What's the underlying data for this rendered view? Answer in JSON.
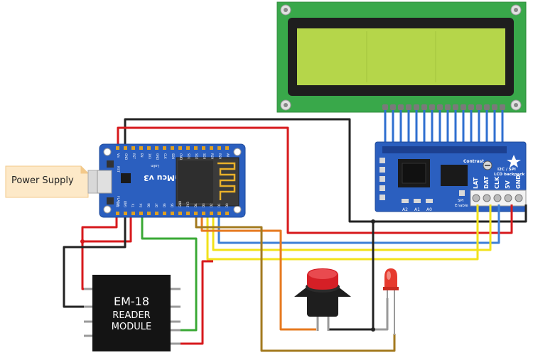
{
  "power_supply": {
    "label": "Power Supply"
  },
  "nodemcu": {
    "name": "NodeMcu v3",
    "brand": "Lolin",
    "rst_label": "RST",
    "flash_label": "FLASH",
    "top_pins": [
      "Vin",
      "GND",
      "RST",
      "EN",
      "3V3",
      "GND",
      "CLK",
      "SD0",
      "CMD",
      "SD1",
      "SD2",
      "SD3",
      "RSV",
      "RSV",
      "A0"
    ],
    "bottom_pins": [
      "3V3",
      "GND",
      "TX",
      "RX",
      "D8",
      "D7",
      "D6",
      "D5",
      "GND",
      "3V3",
      "D4",
      "D3",
      "D2",
      "D1",
      "D0"
    ]
  },
  "reader": {
    "line1": "EM-18",
    "line2": "READER",
    "line3": "MODULE"
  },
  "backpack": {
    "contrast": "Contrast",
    "i2c_line1": "I2C / SPI",
    "i2c_line2": "LCD backpack",
    "terminals": [
      "LAT",
      "DAT",
      "CLK",
      "5V",
      "GND"
    ],
    "addr_pads": [
      "A2",
      "A1",
      "A0"
    ],
    "spi_line1": "SPI",
    "spi_line2": "Enable"
  },
  "colors": {
    "red_wire": "#d7191c",
    "black_wire": "#222222",
    "green_wire": "#3aa935",
    "blue_wire": "#3d7fd6",
    "yellow_wire": "#f2e21b",
    "orange_wire": "#e6781e",
    "brown_wire": "#a37a1f",
    "gray_wire": "#9a9a9a",
    "pcb_blue": "#2b5fbf",
    "lcd_green": "#39a84a",
    "lcd_screen": "#b5d64a",
    "button_red": "#d51f26",
    "led_red": "#e63a2e"
  }
}
